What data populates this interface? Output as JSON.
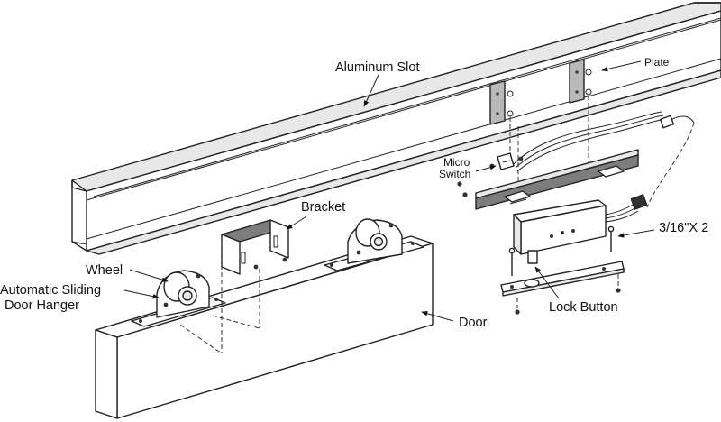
{
  "labels": {
    "aluminum_slot": "Aluminum Slot",
    "plate": "Plate",
    "micro_switch_line1": "Micro",
    "micro_switch_line2": "Switch",
    "bracket": "Bracket",
    "wheel": "Wheel",
    "hanger_line1": "Automatic Sliding",
    "hanger_line2": "Door Hanger",
    "screw_spec": "3/16\"X 2",
    "door": "Door",
    "lock_button": "Lock Button"
  }
}
